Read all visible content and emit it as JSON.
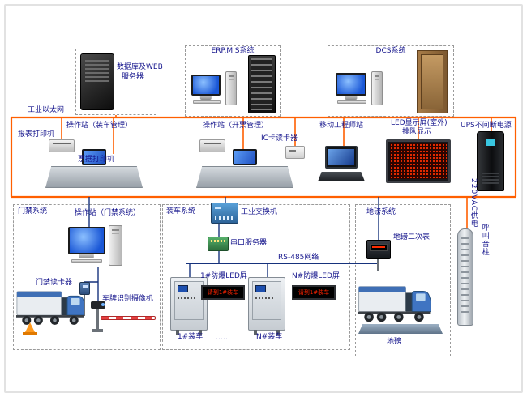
{
  "colors": {
    "power_line": "#ff5f00",
    "network_line": "#16327c",
    "label_blue": "#14148c",
    "led_text_red": "#ff2300",
    "group_border": "#9a9a9a"
  },
  "top_groups": {
    "db": {
      "label1": "数据库及WEB",
      "label2": "服务器"
    },
    "erp": {
      "title": "ERP.MIS系统"
    },
    "dcs": {
      "title": "DCS系统"
    }
  },
  "row1": {
    "ethernet": "工业以太网",
    "report_printer": "报表打印机",
    "op_loading": "操作站（装车管理）",
    "ticket_printer": "票据打印机",
    "op_ticket": "操作站（开票管理）",
    "ic_reader": "IC卡读卡器",
    "mobile_station": "移动工程师站",
    "led_line1": "LED显示屏(室外)",
    "led_line2": "排队显示",
    "ups": "UPS不间断电源",
    "vac": "220VAC供电"
  },
  "mid": {
    "door_group": "门禁系统",
    "op_door": "操作站（门禁系统）",
    "loading_group": "装车系统",
    "switch": "工业交换机",
    "serial_server": "串口服务器",
    "rs485": "RS-485网络",
    "weigh_group": "地磅系统",
    "weigh_meter": "地磅二次表",
    "call_speaker": "呼叫音柱"
  },
  "bottom": {
    "door_reader": "门禁读卡器",
    "plate_camera": "车牌识别摄像机",
    "led1_label": "1#防爆LED屏",
    "led1_text": "请到1#装车",
    "ledn_label": "N#防爆LED屏",
    "ledn_text": "请到1#装车",
    "bay1": "1#装车",
    "dots": "……",
    "bayn": "N#装车",
    "weighbridge": "地磅"
  }
}
